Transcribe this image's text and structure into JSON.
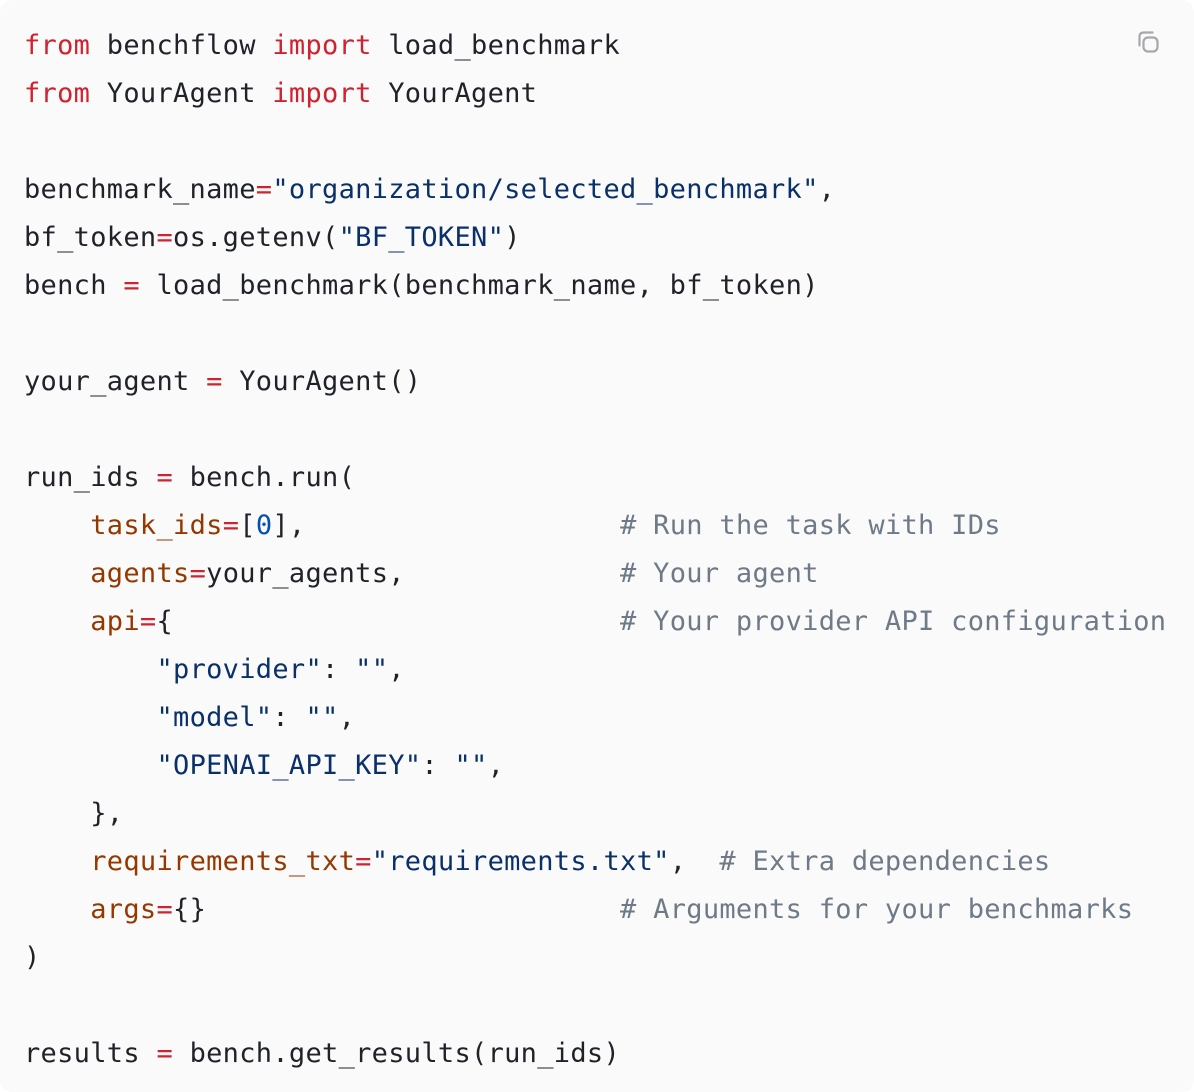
{
  "colors": {
    "panel": "#fafafa",
    "keyword": "#cf222e",
    "string": "#0a3069",
    "param": "#953800",
    "number": "#0550ae",
    "comment": "#6e7a87",
    "default": "#1f2328",
    "icon": "#a6a8ab"
  },
  "copy": {
    "icon": "copy-icon"
  },
  "code": {
    "language": "python",
    "lines": [
      [
        {
          "t": "from",
          "c": "keyword"
        },
        {
          "t": " benchflow ",
          "c": "default"
        },
        {
          "t": "import",
          "c": "keyword"
        },
        {
          "t": " load_benchmark",
          "c": "default"
        }
      ],
      [
        {
          "t": "from",
          "c": "keyword"
        },
        {
          "t": " YourAgent ",
          "c": "default"
        },
        {
          "t": "import",
          "c": "keyword"
        },
        {
          "t": " YourAgent",
          "c": "default"
        }
      ],
      [],
      [
        {
          "t": "benchmark_name",
          "c": "default"
        },
        {
          "t": "=",
          "c": "keyword"
        },
        {
          "t": "\"organization/selected_benchmark\"",
          "c": "string"
        },
        {
          "t": ",",
          "c": "default"
        }
      ],
      [
        {
          "t": "bf_token",
          "c": "default"
        },
        {
          "t": "=",
          "c": "keyword"
        },
        {
          "t": "os.getenv(",
          "c": "default"
        },
        {
          "t": "\"BF_TOKEN\"",
          "c": "string"
        },
        {
          "t": ")",
          "c": "default"
        }
      ],
      [
        {
          "t": "bench ",
          "c": "default"
        },
        {
          "t": "=",
          "c": "keyword"
        },
        {
          "t": " load_benchmark(benchmark_name, bf_token)",
          "c": "default"
        }
      ],
      [],
      [
        {
          "t": "your_agent ",
          "c": "default"
        },
        {
          "t": "=",
          "c": "keyword"
        },
        {
          "t": " YourAgent()",
          "c": "default"
        }
      ],
      [],
      [
        {
          "t": "run_ids ",
          "c": "default"
        },
        {
          "t": "=",
          "c": "keyword"
        },
        {
          "t": " bench.run(",
          "c": "default"
        }
      ],
      [
        {
          "t": "    ",
          "c": "default"
        },
        {
          "t": "task_ids",
          "c": "param"
        },
        {
          "t": "=",
          "c": "keyword"
        },
        {
          "t": "[",
          "c": "default"
        },
        {
          "t": "0",
          "c": "number"
        },
        {
          "t": "],",
          "c": "default"
        },
        {
          "t": "                   ",
          "c": "default"
        },
        {
          "t": "# Run the task with IDs",
          "c": "comment"
        }
      ],
      [
        {
          "t": "    ",
          "c": "default"
        },
        {
          "t": "agents",
          "c": "param"
        },
        {
          "t": "=",
          "c": "keyword"
        },
        {
          "t": "your_agents,",
          "c": "default"
        },
        {
          "t": "             ",
          "c": "default"
        },
        {
          "t": "# Your agent",
          "c": "comment"
        }
      ],
      [
        {
          "t": "    ",
          "c": "default"
        },
        {
          "t": "api",
          "c": "param"
        },
        {
          "t": "=",
          "c": "keyword"
        },
        {
          "t": "{",
          "c": "default"
        },
        {
          "t": "                           ",
          "c": "default"
        },
        {
          "t": "# Your provider API configuration",
          "c": "comment"
        }
      ],
      [
        {
          "t": "        ",
          "c": "default"
        },
        {
          "t": "\"provider\"",
          "c": "string"
        },
        {
          "t": ": ",
          "c": "default"
        },
        {
          "t": "\"\"",
          "c": "string"
        },
        {
          "t": ",",
          "c": "default"
        }
      ],
      [
        {
          "t": "        ",
          "c": "default"
        },
        {
          "t": "\"model\"",
          "c": "string"
        },
        {
          "t": ": ",
          "c": "default"
        },
        {
          "t": "\"\"",
          "c": "string"
        },
        {
          "t": ",",
          "c": "default"
        }
      ],
      [
        {
          "t": "        ",
          "c": "default"
        },
        {
          "t": "\"OPENAI_API_KEY\"",
          "c": "string"
        },
        {
          "t": ": ",
          "c": "default"
        },
        {
          "t": "\"\"",
          "c": "string"
        },
        {
          "t": ",",
          "c": "default"
        }
      ],
      [
        {
          "t": "    },",
          "c": "default"
        }
      ],
      [
        {
          "t": "    ",
          "c": "default"
        },
        {
          "t": "requirements_txt",
          "c": "param"
        },
        {
          "t": "=",
          "c": "keyword"
        },
        {
          "t": "\"requirements.txt\"",
          "c": "string"
        },
        {
          "t": ",",
          "c": "default"
        },
        {
          "t": "  ",
          "c": "default"
        },
        {
          "t": "# Extra dependencies",
          "c": "comment"
        }
      ],
      [
        {
          "t": "    ",
          "c": "default"
        },
        {
          "t": "args",
          "c": "param"
        },
        {
          "t": "=",
          "c": "keyword"
        },
        {
          "t": "{}",
          "c": "default"
        },
        {
          "t": "                         ",
          "c": "default"
        },
        {
          "t": "# Arguments for your benchmarks",
          "c": "comment"
        }
      ],
      [
        {
          "t": ")",
          "c": "default"
        }
      ],
      [],
      [
        {
          "t": "results ",
          "c": "default"
        },
        {
          "t": "=",
          "c": "keyword"
        },
        {
          "t": " bench.get_results(run_ids)",
          "c": "default"
        }
      ]
    ]
  }
}
